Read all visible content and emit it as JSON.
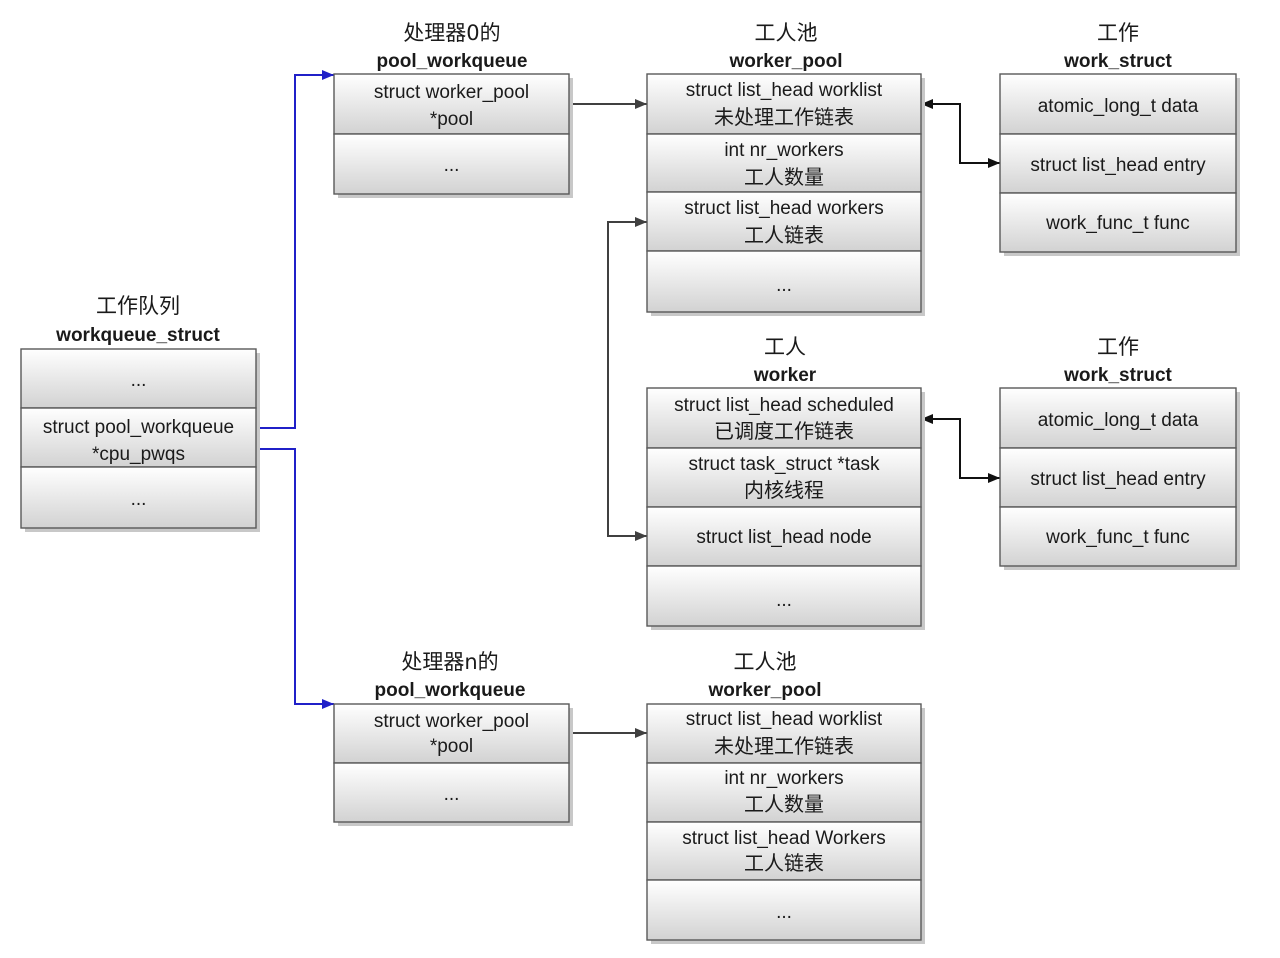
{
  "colors": {
    "pointer_blue": "#2020c8",
    "arrow_dark": "#404040",
    "link_black": "#111111",
    "box_border": "#595959",
    "box_fill_top": "#ffffff",
    "box_fill_bottom": "#d2d2d2",
    "box_shadow": "#c8c8c8",
    "text": "#1a1a1a"
  },
  "workqueue_struct": {
    "title_cn": "工作队列",
    "title_en": "workqueue_struct",
    "rows": [
      [
        "..."
      ],
      [
        "struct pool_workqueue",
        "*cpu_pwqs"
      ],
      [
        "..."
      ]
    ]
  },
  "pool_workqueue_0": {
    "title_cn": "处理器0的",
    "title_en": "pool_workqueue",
    "rows": [
      [
        "struct worker_pool",
        "*pool"
      ],
      [
        "..."
      ]
    ]
  },
  "worker_pool_0": {
    "title_cn": "工人池",
    "title_en": "worker_pool",
    "rows": [
      [
        "struct list_head worklist",
        "未处理工作链表"
      ],
      [
        "int nr_workers",
        "工人数量"
      ],
      [
        "struct list_head workers",
        "工人链表"
      ],
      [
        "..."
      ]
    ]
  },
  "work_struct_1": {
    "title_cn": "工作",
    "title_en": "work_struct",
    "rows": [
      [
        "atomic_long_t data"
      ],
      [
        "struct list_head entry"
      ],
      [
        "work_func_t func"
      ]
    ]
  },
  "worker": {
    "title_cn": "工人",
    "title_en": "worker",
    "rows": [
      [
        "struct list_head scheduled",
        "已调度工作链表"
      ],
      [
        "struct task_struct *task",
        "内核线程"
      ],
      [
        "struct list_head node"
      ],
      [
        "..."
      ]
    ]
  },
  "work_struct_2": {
    "title_cn": "工作",
    "title_en": "work_struct",
    "rows": [
      [
        "atomic_long_t data"
      ],
      [
        "struct list_head entry"
      ],
      [
        "work_func_t func"
      ]
    ]
  },
  "pool_workqueue_n": {
    "title_cn": "处理器n的",
    "title_en": "pool_workqueue",
    "rows": [
      [
        "struct worker_pool",
        "*pool"
      ],
      [
        "..."
      ]
    ]
  },
  "worker_pool_n": {
    "title_cn": "工人池",
    "title_en": "worker_pool",
    "rows": [
      [
        "struct list_head worklist",
        "未处理工作链表"
      ],
      [
        "int nr_workers",
        "工人数量"
      ],
      [
        "struct list_head Workers",
        "工人链表"
      ],
      [
        "..."
      ]
    ]
  }
}
